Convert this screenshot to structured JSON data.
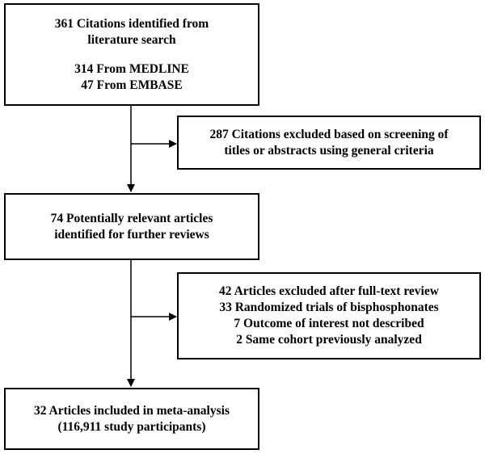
{
  "boxes": {
    "search": {
      "lines": [
        "361 Citations identified from",
        "literature search"
      ],
      "sub_lines": [
        "314 From MEDLINE",
        "47 From EMBASE"
      ]
    },
    "excluded_screening": {
      "lines": [
        "287 Citations excluded based on screening of",
        "titles or abstracts using general criteria"
      ]
    },
    "relevant": {
      "lines": [
        "74 Potentially relevant articles",
        "identified for further reviews"
      ]
    },
    "excluded_fulltext": {
      "lines": [
        "42 Articles excluded after full-text review",
        "33 Randomized trials of bisphosphonates",
        "7 Outcome of interest not described",
        "2 Same cohort previously analyzed"
      ]
    },
    "included": {
      "lines": [
        "32 Articles included in meta-analysis",
        "(116,911 study participants)"
      ]
    }
  }
}
